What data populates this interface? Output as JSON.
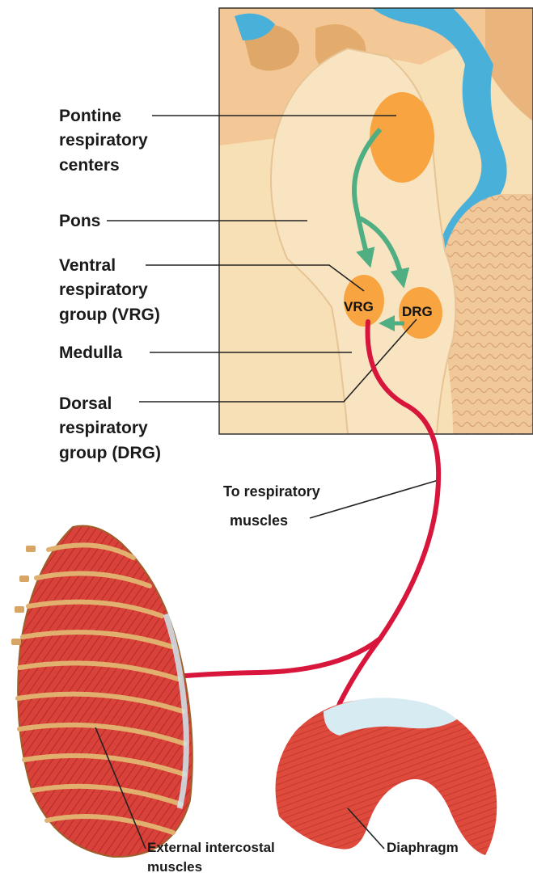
{
  "labels": {
    "pontine": [
      "Pontine",
      "respiratory",
      "centers"
    ],
    "pons": "Pons",
    "vrg_long": [
      "Ventral",
      "respiratory",
      "group (VRG)"
    ],
    "medulla": "Medulla",
    "drg_long": [
      "Dorsal",
      "respiratory",
      "group (DRG)"
    ],
    "vrg_short": "VRG",
    "drg_short": "DRG",
    "to_muscles": [
      "To respiratory",
      "muscles"
    ],
    "intercostal": [
      "External intercostal",
      "muscles"
    ],
    "diaphragm": "Diaphragm"
  },
  "colors": {
    "nucleus": "#f7a441",
    "green_arrow": "#4fae82",
    "red_nerve": "#d8153a",
    "brain_tan": "#f7dfb6",
    "ventricle_blue": "#49b1d9",
    "muscle_red": "#d9423a",
    "rib_tan": "#d8a565"
  }
}
